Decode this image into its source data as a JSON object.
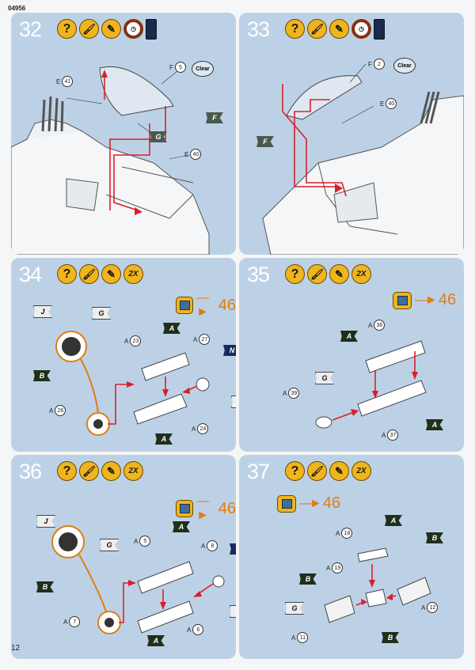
{
  "doc_code": "04956",
  "page_number": "12",
  "colors": {
    "panel": "#bdd1e6",
    "step_icon": "#f0b51c",
    "red_line": "#d8202a",
    "orange": "#e07d12"
  },
  "icon_semantics": {
    "q": "question-icon",
    "brush": "paint-brush-icon",
    "glue": "glue-icon",
    "clock": "drying-clock-icon",
    "can": "paint-can-icon",
    "twox": "repeat-2x-icon"
  },
  "steps": [
    {
      "num": "32",
      "icons": [
        "?",
        "",
        "",
        "",
        ""
      ],
      "clear": "Clear",
      "labels": {
        "e41": {
          "p": "E",
          "n": "41"
        },
        "f5": {
          "p": "F",
          "n": "5"
        },
        "e40": {
          "p": "E",
          "n": "40"
        }
      },
      "flags": {
        "g": "G",
        "f": "F"
      }
    },
    {
      "num": "33",
      "icons": [
        "?",
        "",
        "",
        "",
        ""
      ],
      "clear": "Clear",
      "labels": {
        "f2": {
          "p": "F",
          "n": "2"
        },
        "e40": {
          "p": "E",
          "n": "40"
        }
      },
      "flags": {
        "f": "F"
      }
    },
    {
      "num": "34",
      "icons": [
        "?",
        "",
        "",
        "2X"
      ],
      "ref": "46",
      "labels": {
        "a23": {
          "p": "A",
          "n": "23"
        },
        "a27": {
          "p": "A",
          "n": "27"
        },
        "a26": {
          "p": "A",
          "n": "26"
        },
        "a24": {
          "p": "A",
          "n": "24"
        }
      },
      "flags": {
        "j": "J",
        "g": "G",
        "b": "B",
        "a1": "A",
        "n": "N",
        "g2": "G",
        "a2": "A"
      }
    },
    {
      "num": "35",
      "icons": [
        "?",
        "",
        "",
        "2X"
      ],
      "ref": "46",
      "labels": {
        "a36": {
          "p": "A",
          "n": "36"
        },
        "a39": {
          "p": "A",
          "n": "39"
        },
        "a37": {
          "p": "A",
          "n": "37"
        }
      },
      "flags": {
        "a1": "A",
        "g": "G",
        "a2": "A"
      }
    },
    {
      "num": "36",
      "icons": [
        "?",
        "",
        "",
        "2X"
      ],
      "ref": "46",
      "labels": {
        "a5": {
          "p": "A",
          "n": "5"
        },
        "a8": {
          "p": "A",
          "n": "8"
        },
        "a7": {
          "p": "A",
          "n": "7"
        },
        "a6": {
          "p": "A",
          "n": "6"
        }
      },
      "flags": {
        "j": "J",
        "g": "G",
        "b": "B",
        "a1": "A",
        "n": "N",
        "g2": "G",
        "a2": "A"
      }
    },
    {
      "num": "37",
      "icons": [
        "?",
        "",
        "",
        "2X"
      ],
      "ref": "46",
      "labels": {
        "a18": {
          "p": "A",
          "n": "18"
        },
        "a19": {
          "p": "A",
          "n": "19"
        },
        "a12": {
          "p": "A",
          "n": "12"
        },
        "a11": {
          "p": "A",
          "n": "11"
        }
      },
      "flags": {
        "a": "A",
        "b1": "B",
        "b2": "B",
        "g": "G",
        "b3": "B"
      }
    }
  ]
}
